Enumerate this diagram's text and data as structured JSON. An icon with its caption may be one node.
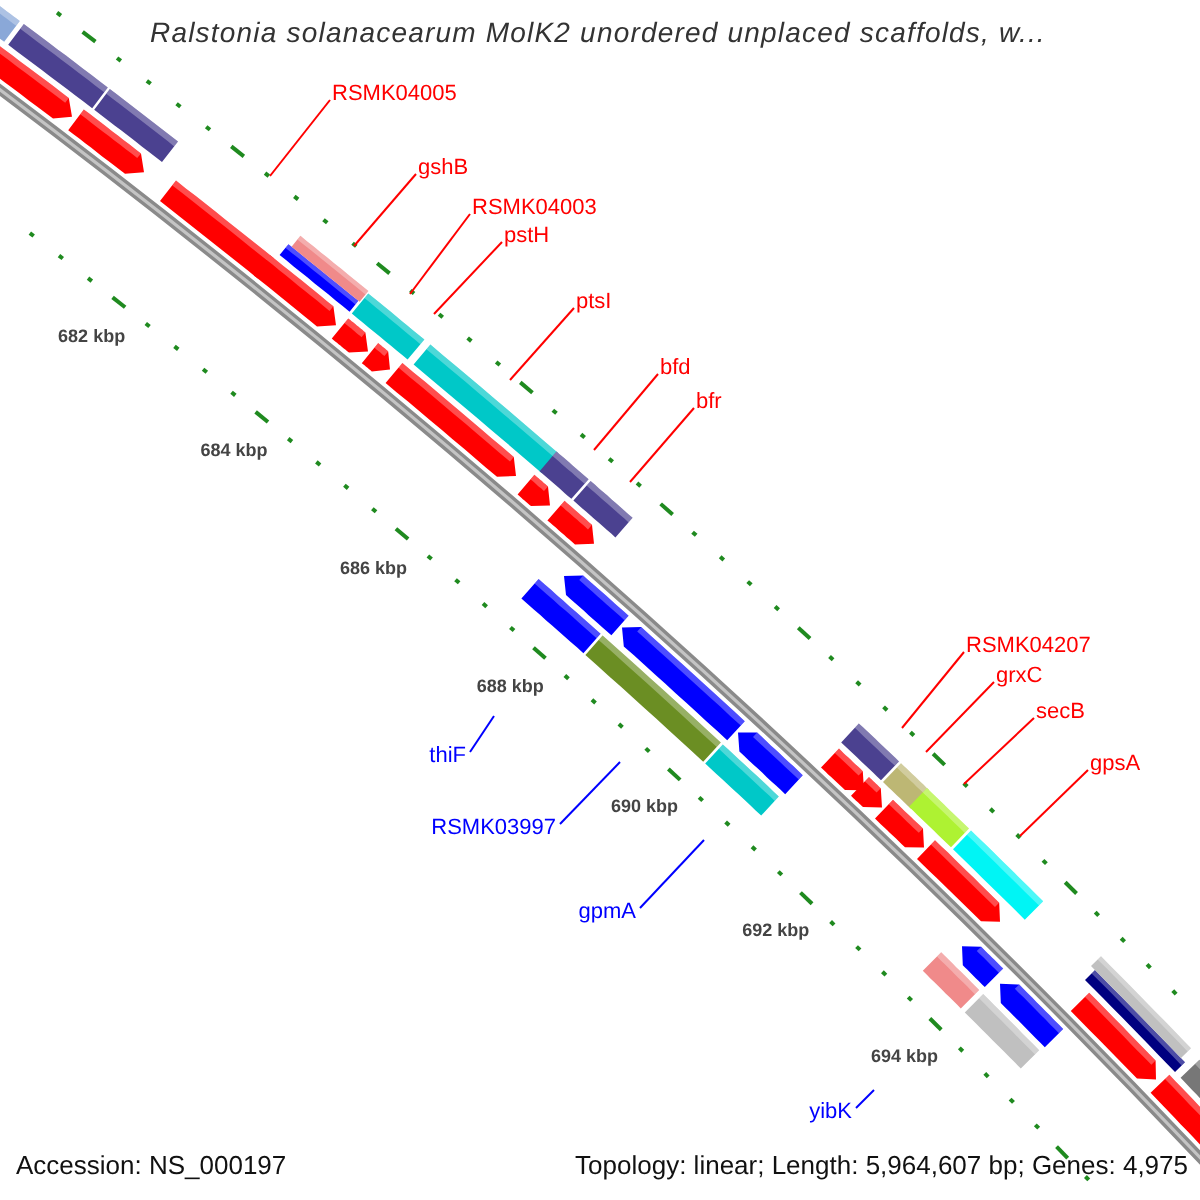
{
  "diagram": {
    "title": "Ralstonia solanacearum MolK2 unordered unplaced scaffolds, w...",
    "nodes": [
      {
        "text": [
          "RSMK04005"
        ]
      },
      {
        "text": [
          "gshB"
        ]
      },
      {
        "text": [
          "RSMK04003"
        ]
      },
      {
        "text": [
          "pstH"
        ]
      },
      {
        "text": [
          "ptsI"
        ]
      },
      {
        "text": [
          "bfd"
        ]
      },
      {
        "text": [
          "bfr"
        ]
      },
      {
        "text": [
          "RSMK04207"
        ]
      },
      {
        "text": [
          "grxC"
        ]
      },
      {
        "text": [
          "secB"
        ]
      },
      {
        "text": [
          "gpsA"
        ]
      },
      {
        "text": [
          "thiF"
        ]
      },
      {
        "text": [
          "RSMK03997"
        ]
      },
      {
        "text": [
          "gpmA"
        ]
      },
      {
        "text": [
          "yibK"
        ]
      }
    ],
    "edges": [
      {
        "from": 0,
        "to": null,
        "arrow": "none"
      },
      {
        "from": 1,
        "to": null,
        "arrow": "none"
      },
      {
        "from": 2,
        "to": null,
        "arrow": "none"
      },
      {
        "from": 3,
        "to": null,
        "arrow": "none"
      },
      {
        "from": 4,
        "to": null,
        "arrow": "none"
      },
      {
        "from": 5,
        "to": null,
        "arrow": "none"
      },
      {
        "from": 6,
        "to": null,
        "arrow": "none"
      },
      {
        "from": 7,
        "to": null,
        "arrow": "none"
      },
      {
        "from": 8,
        "to": null,
        "arrow": "none"
      },
      {
        "from": 9,
        "to": null,
        "arrow": "none"
      },
      {
        "from": 10,
        "to": null,
        "arrow": "none"
      },
      {
        "from": 11,
        "to": null,
        "arrow": "none",
        "color": "#0000ff"
      },
      {
        "from": 12,
        "to": null,
        "arrow": "none",
        "color": "#0000ff"
      },
      {
        "from": 13,
        "to": null,
        "arrow": "none",
        "color": "#0000ff"
      },
      {
        "from": 14,
        "to": null,
        "arrow": "none",
        "color": "#0000ff"
      }
    ],
    "labels": [
      "682 kbp",
      "684 kbp",
      "686 kbp",
      "688 kbp",
      "690 kbp",
      "692 kbp",
      "694 kbp",
      "Accession: NS_000197",
      "Topology: linear; Length: 5,964,607 bp; Genes: 4,975"
    ]
  }
}
